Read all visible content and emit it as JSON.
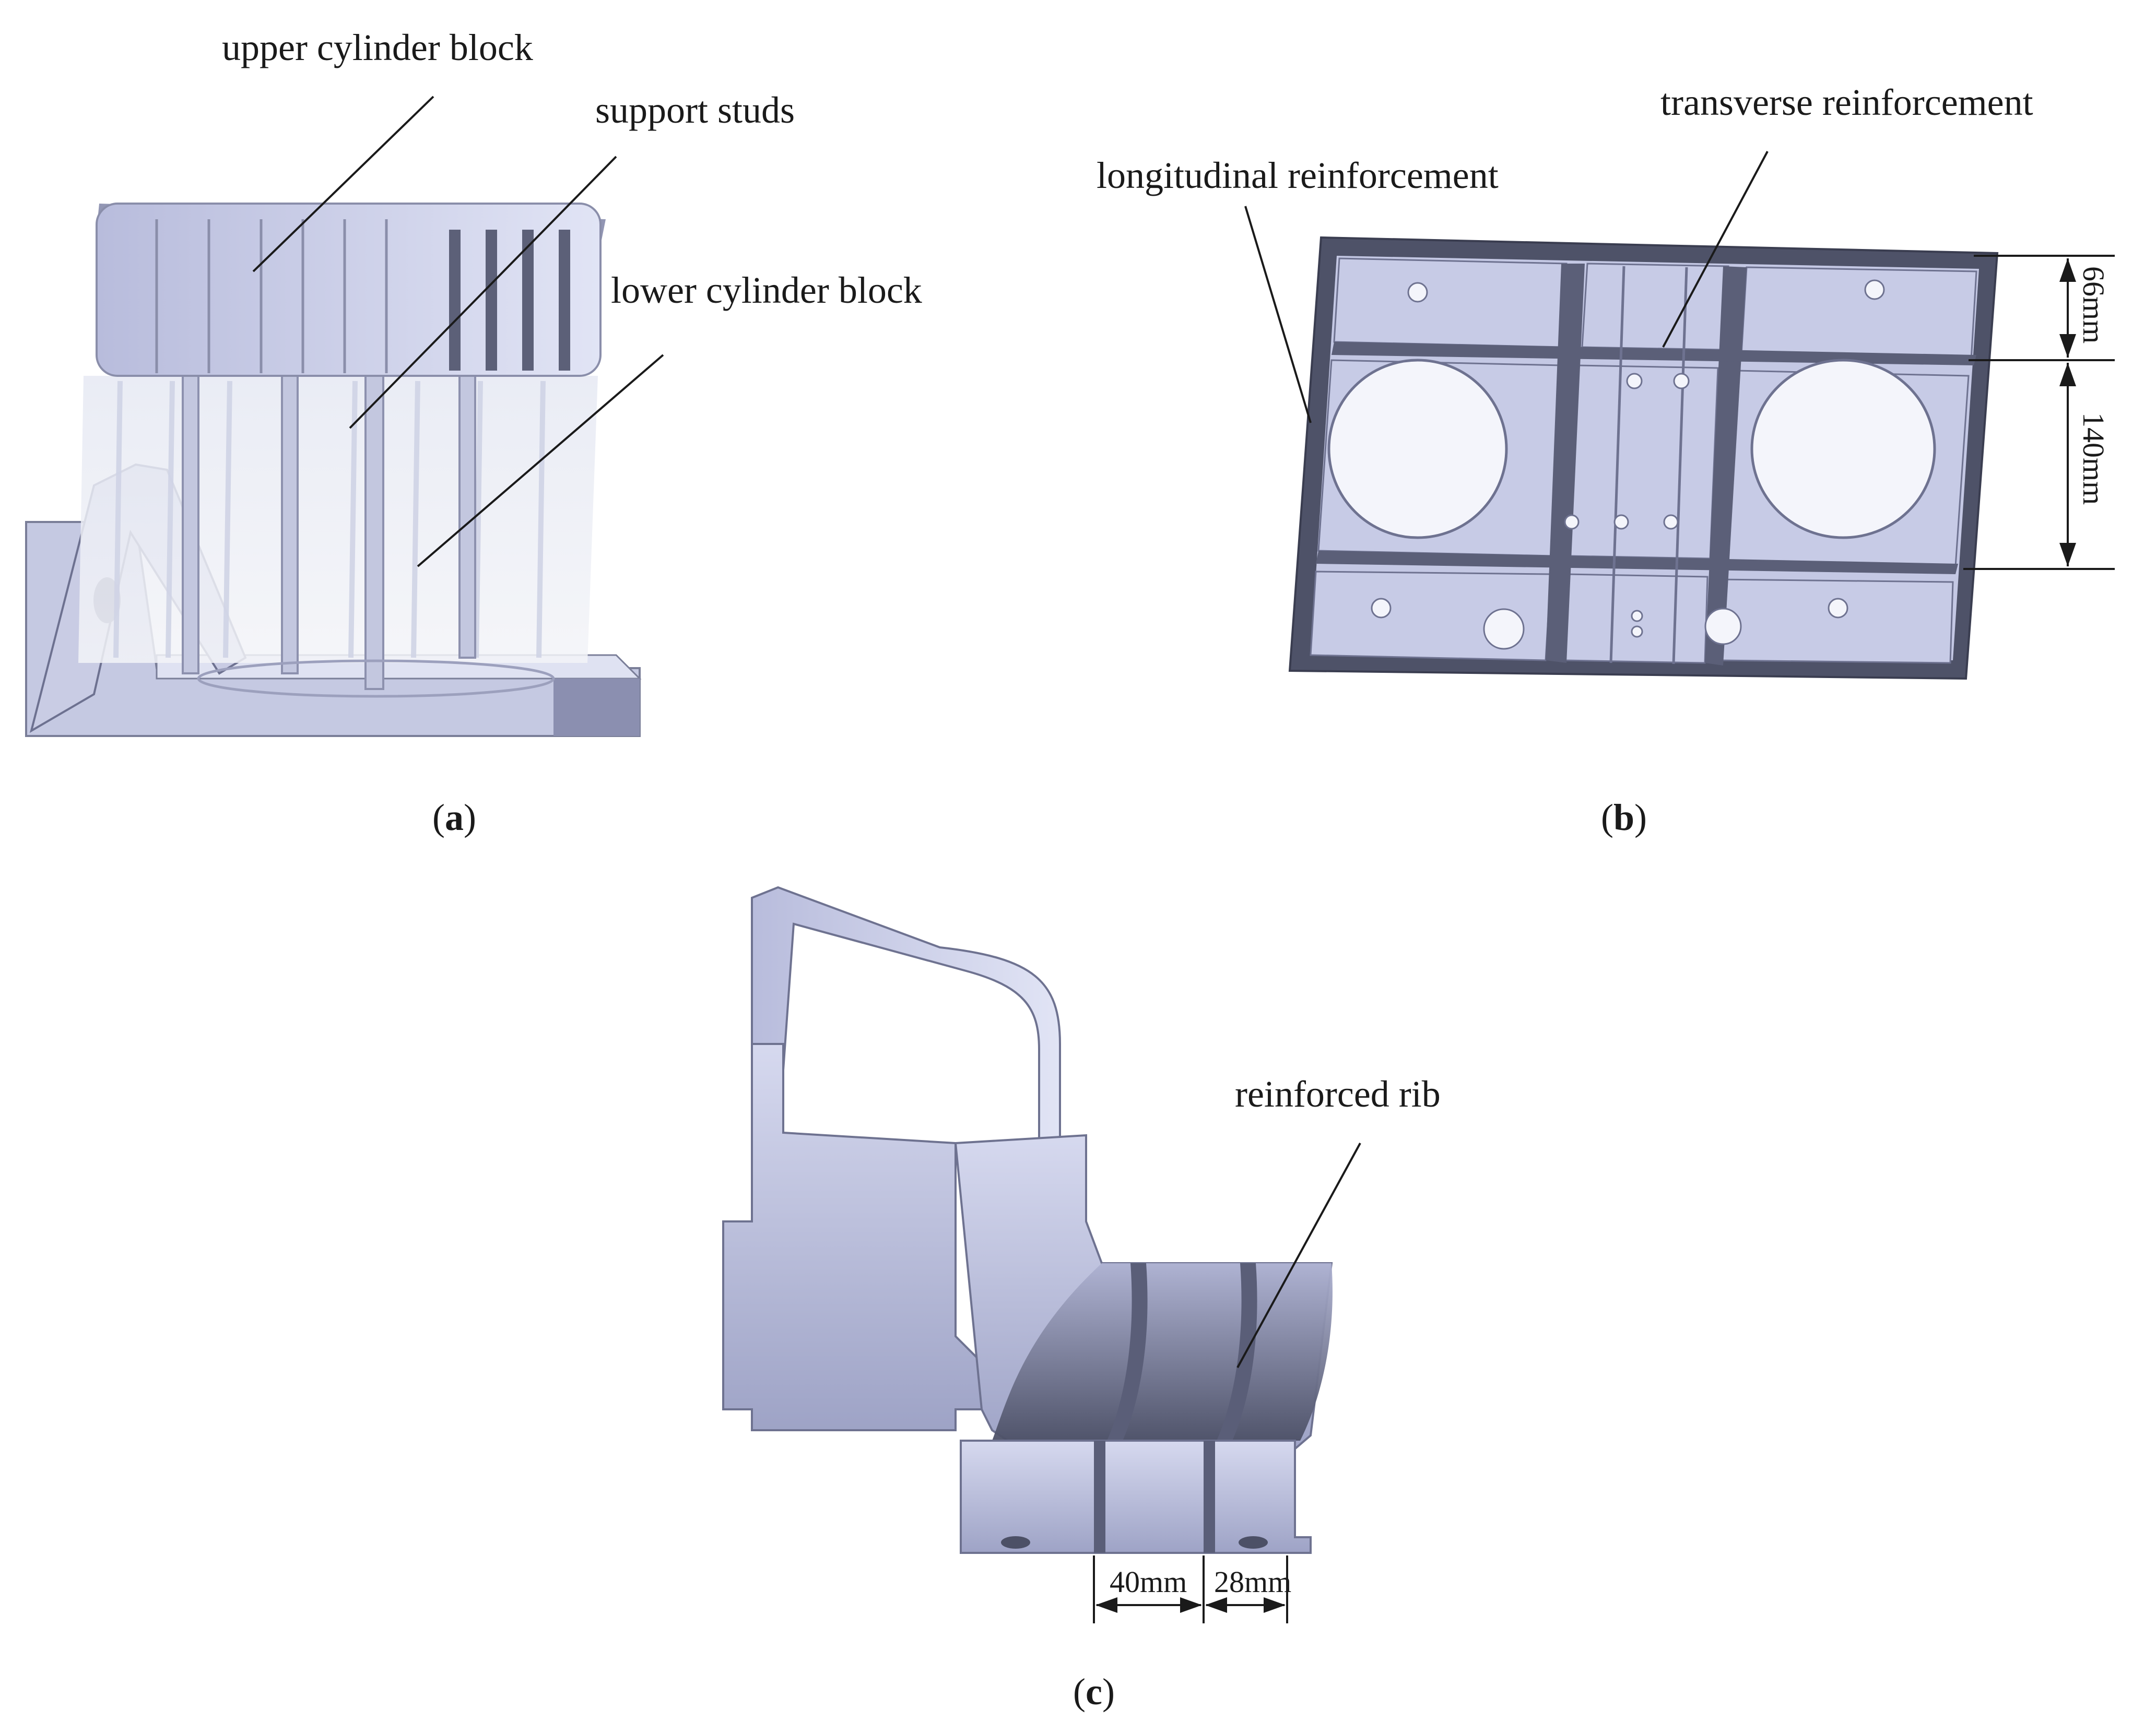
{
  "panel_a": {
    "caption_letter": "a",
    "labels": {
      "upper_block": "upper cylinder block",
      "support_studs": "support studs",
      "lower_block": "lower cylinder block"
    }
  },
  "panel_b": {
    "caption_letter": "b",
    "labels": {
      "transverse": "transverse reinforcement",
      "longitudinal": "longitudinal reinforcement"
    },
    "dimensions": {
      "top": "66mm",
      "middle": "140mm"
    }
  },
  "panel_c": {
    "caption_letter": "c",
    "labels": {
      "rib": "reinforced rib"
    },
    "dimensions": {
      "left": "40mm",
      "right": "28mm"
    }
  },
  "colors": {
    "metal_light": "#c9cde8",
    "metal_mid": "#a4a9cc",
    "metal_dark": "#5a5e78",
    "transparent_block": "#dfe3ee",
    "line": "#1a1a1a"
  }
}
